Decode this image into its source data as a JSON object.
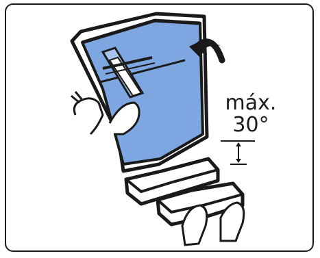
{
  "figure": {
    "label_line1": "máx.",
    "label_line2": "30°",
    "colors": {
      "fridge_fill": "#7ea6e0",
      "outline": "#1a1a1a",
      "background": "#ffffff"
    },
    "icons": [
      "refrigerator-tilted",
      "rotate-arrow-icon",
      "hand-icon",
      "tilt-angle-indicator"
    ]
  }
}
